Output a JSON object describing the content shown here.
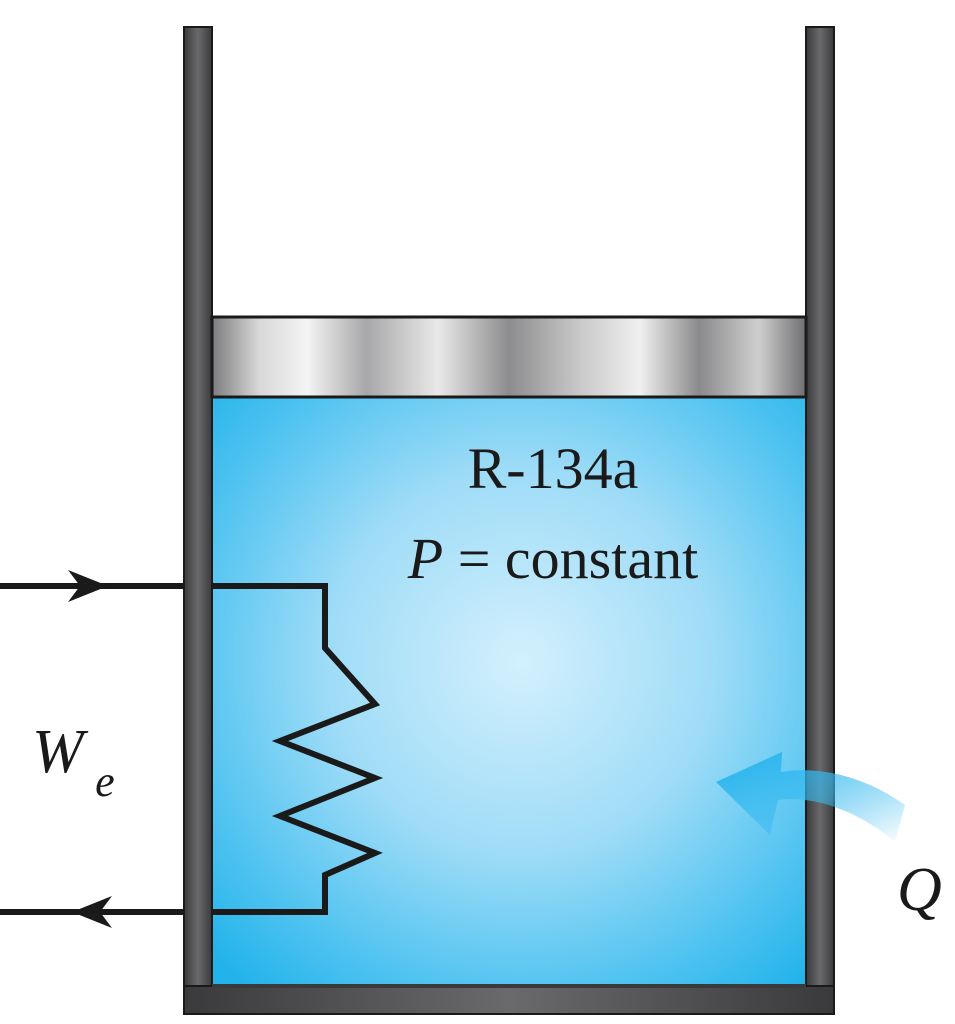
{
  "labels": {
    "substance": "R-134a",
    "pressure_symbol": "P",
    "pressure_condition": "= constant",
    "work_symbol": "W",
    "work_subscript": "e",
    "heat_symbol": "Q"
  },
  "colors": {
    "fluid_center": "#cfeefc",
    "fluid_edge": "#22b3ea",
    "cylinder_wall": "#4a4a4c",
    "piston_light": "#f2f2f2",
    "piston_dark": "#6f6f71",
    "heat_arrow": "#1fb0ec",
    "wire": "#1a1a1a"
  }
}
